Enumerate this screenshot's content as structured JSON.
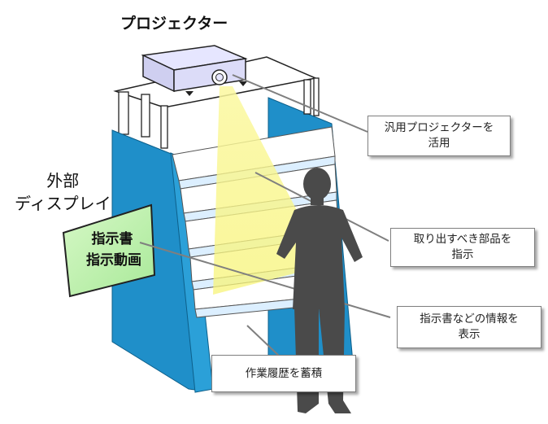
{
  "labels": {
    "projector": "プロジェクター",
    "external_display": "外部\nディスプレイ",
    "screen_line1": "指示書",
    "screen_line2": "指示動画"
  },
  "callouts": {
    "general_projector": "汎用プロジェクターを\n活用",
    "parts_indication": "取り出すべき部品を\n指示",
    "info_display": "指示書などの情報を\n表示",
    "work_history": "作業履歴を蓄積"
  },
  "colors": {
    "rack_blue": "#1f8fc9",
    "beam_yellow": "#f7f47a",
    "screen_green": "#c6f5b5",
    "person_gray": "#4a4a4a"
  }
}
